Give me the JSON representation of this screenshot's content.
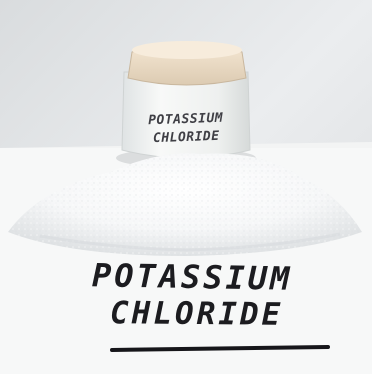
{
  "image": {
    "jar_label": {
      "line1": "POTASSIUM",
      "line2": "CHLORIDE"
    },
    "paper_text": {
      "line1": "POTASSIUM",
      "line2": "CHLORIDE"
    },
    "colors": {
      "background": "#e6e8ea",
      "paper": "#f7f7f7",
      "crystals": "#ffffff",
      "ink": "#1c1c20"
    }
  }
}
